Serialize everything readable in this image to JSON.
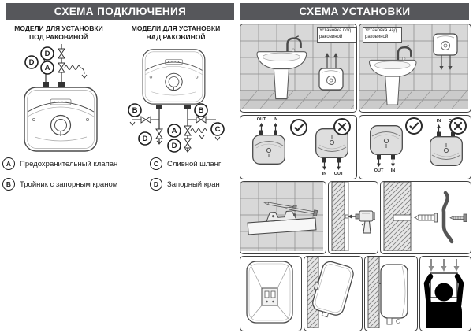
{
  "connection": {
    "header": "СХЕМА ПОДКЛЮЧЕНИЯ",
    "models": [
      {
        "heading": "МОДЕЛИ ДЛЯ УСТАНОВКИ\nПОД РАКОВИНОЙ"
      },
      {
        "heading": "МОДЕЛИ ДЛЯ УСТАНОВКИ\nНАД РАКОВИНОЙ"
      }
    ],
    "callouts": {
      "A": "A",
      "B": "B",
      "C": "C",
      "D": "D"
    },
    "legend": [
      {
        "key": "A",
        "label": "Предохранительный клапан"
      },
      {
        "key": "B",
        "label": "Тройник с запорным краном"
      },
      {
        "key": "C",
        "label": "Сливной шланг"
      },
      {
        "key": "D",
        "label": "Запорный кран"
      }
    ]
  },
  "installation": {
    "header": "СХЕМА УСТАНОВКИ",
    "scenes": [
      {
        "label": "Установка под\nраковиной"
      },
      {
        "label": "Установка над\nраковиной"
      }
    ],
    "ports": {
      "in": "IN",
      "out": "OUT"
    }
  },
  "colors": {
    "header_bg": "#56575b",
    "line_dark": "#333333",
    "tile_fill": "#d8d8d8"
  }
}
